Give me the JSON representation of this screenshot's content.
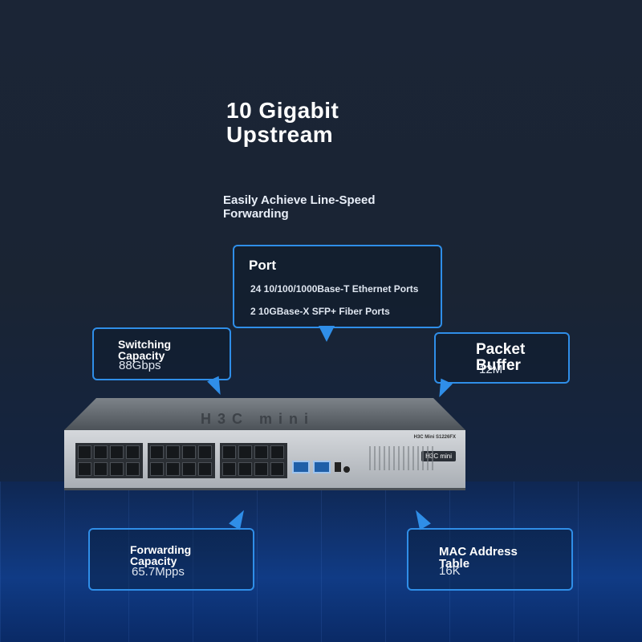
{
  "headline": "10 Gigabit\n Upstream",
  "subline": "Easily Achieve Line-Speed\n Forwarding",
  "port": {
    "title": "Port",
    "line1": "24 10/100/1000Base-T Ethernet Ports",
    "line2": "2 10GBase-X SFP+ Fiber Ports"
  },
  "switching": {
    "title": "Switching\n Capacity",
    "value": "88Gbps"
  },
  "packet_buffer": {
    "title": "Packet\n Buffer",
    "value": "12M"
  },
  "forwarding": {
    "title": "Forwarding\n Capacity",
    "value": "65.7Mpps"
  },
  "mac_table": {
    "title": "MAC Address\n Table",
    "value": "16K"
  },
  "device": {
    "brand_etch": "H3C mini",
    "model": "H3C Mini S1226FX",
    "logo": "H3C mini"
  },
  "colors": {
    "accent": "#2f8ee8",
    "sfp": "#1f5fa8"
  }
}
